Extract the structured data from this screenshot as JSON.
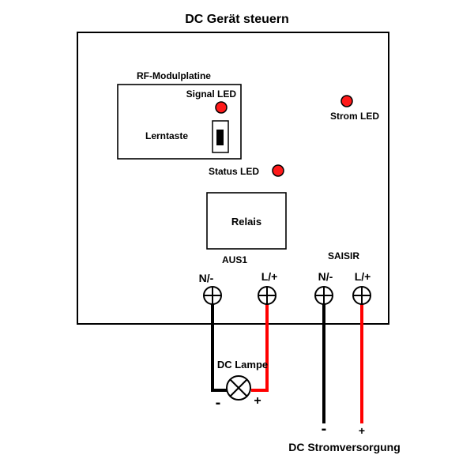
{
  "title": "DC Gerät steuern",
  "rf_module": {
    "label": "RF-Modulplatine",
    "signal_led": "Signal LED",
    "learn_button": "Lerntaste"
  },
  "power_led": "Strom LED",
  "status_led": "Status LED",
  "relay": "Relais",
  "output_block": {
    "label": "AUS1",
    "neg": "N/-",
    "pos": "L/+"
  },
  "input_block": {
    "label": "SAISIR",
    "neg": "N/-",
    "pos": "L/+"
  },
  "lamp": {
    "label": "DC Lampe",
    "minus": "-",
    "plus": "+"
  },
  "supply": {
    "label": "DC Stromversorgung",
    "minus": "-",
    "plus": "+"
  },
  "colors": {
    "led": "#ff1a1a",
    "positive_wire": "#ff0000",
    "negative_wire": "#000000"
  }
}
